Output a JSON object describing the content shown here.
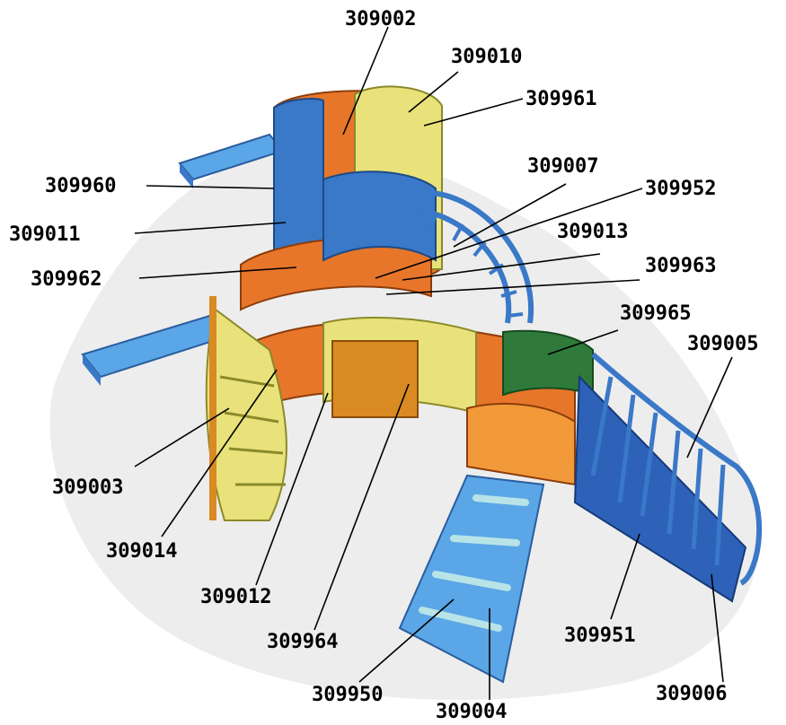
{
  "figure": {
    "subject": "playground-structure-exploded-parts",
    "colors": {
      "background": "#ffffff",
      "ground_shadow": "#e6e6e6",
      "blue": "#3a78c8",
      "light_blue": "#5aa6e6",
      "orange": "#e8762a",
      "yellow": "#e9e27a",
      "green": "#2f7a3a",
      "label_text": "#000000"
    },
    "parts": [
      {
        "id": "part-309002",
        "label": "309002"
      },
      {
        "id": "part-309010",
        "label": "309010"
      },
      {
        "id": "part-309961",
        "label": "309961"
      },
      {
        "id": "part-309007",
        "label": "309007"
      },
      {
        "id": "part-309952",
        "label": "309952"
      },
      {
        "id": "part-309960",
        "label": "309960"
      },
      {
        "id": "part-309011",
        "label": "309011"
      },
      {
        "id": "part-309013",
        "label": "309013"
      },
      {
        "id": "part-309962",
        "label": "309962"
      },
      {
        "id": "part-309963",
        "label": "309963"
      },
      {
        "id": "part-309965",
        "label": "309965"
      },
      {
        "id": "part-309005",
        "label": "309005"
      },
      {
        "id": "part-309003",
        "label": "309003"
      },
      {
        "id": "part-309014",
        "label": "309014"
      },
      {
        "id": "part-309012",
        "label": "309012"
      },
      {
        "id": "part-309964",
        "label": "309964"
      },
      {
        "id": "part-309951",
        "label": "309951"
      },
      {
        "id": "part-309950",
        "label": "309950"
      },
      {
        "id": "part-309004",
        "label": "309004"
      },
      {
        "id": "part-309006",
        "label": "309006"
      }
    ]
  }
}
